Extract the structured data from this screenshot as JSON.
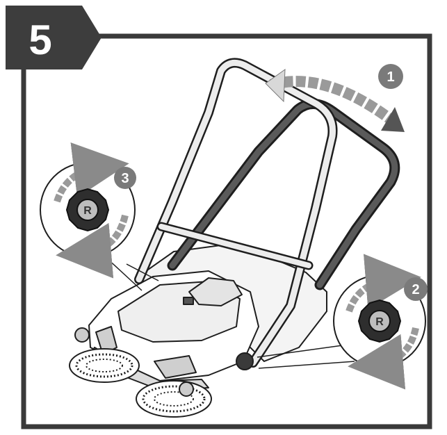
{
  "step": {
    "number": "5"
  },
  "callouts": [
    {
      "id": "1",
      "label": "1",
      "action": "fold-handle"
    },
    {
      "id": "2",
      "label": "2",
      "action": "tighten-right-knob"
    },
    {
      "id": "3",
      "label": "3",
      "action": "tighten-left-knob"
    }
  ],
  "knobs": {
    "letter": "R"
  },
  "colors": {
    "frame": "#3a3a3a",
    "badge": "#3d3d3d",
    "callout": "#7a7a7a",
    "arrow": "#9a9a9a",
    "line": "#1e1e1e"
  }
}
